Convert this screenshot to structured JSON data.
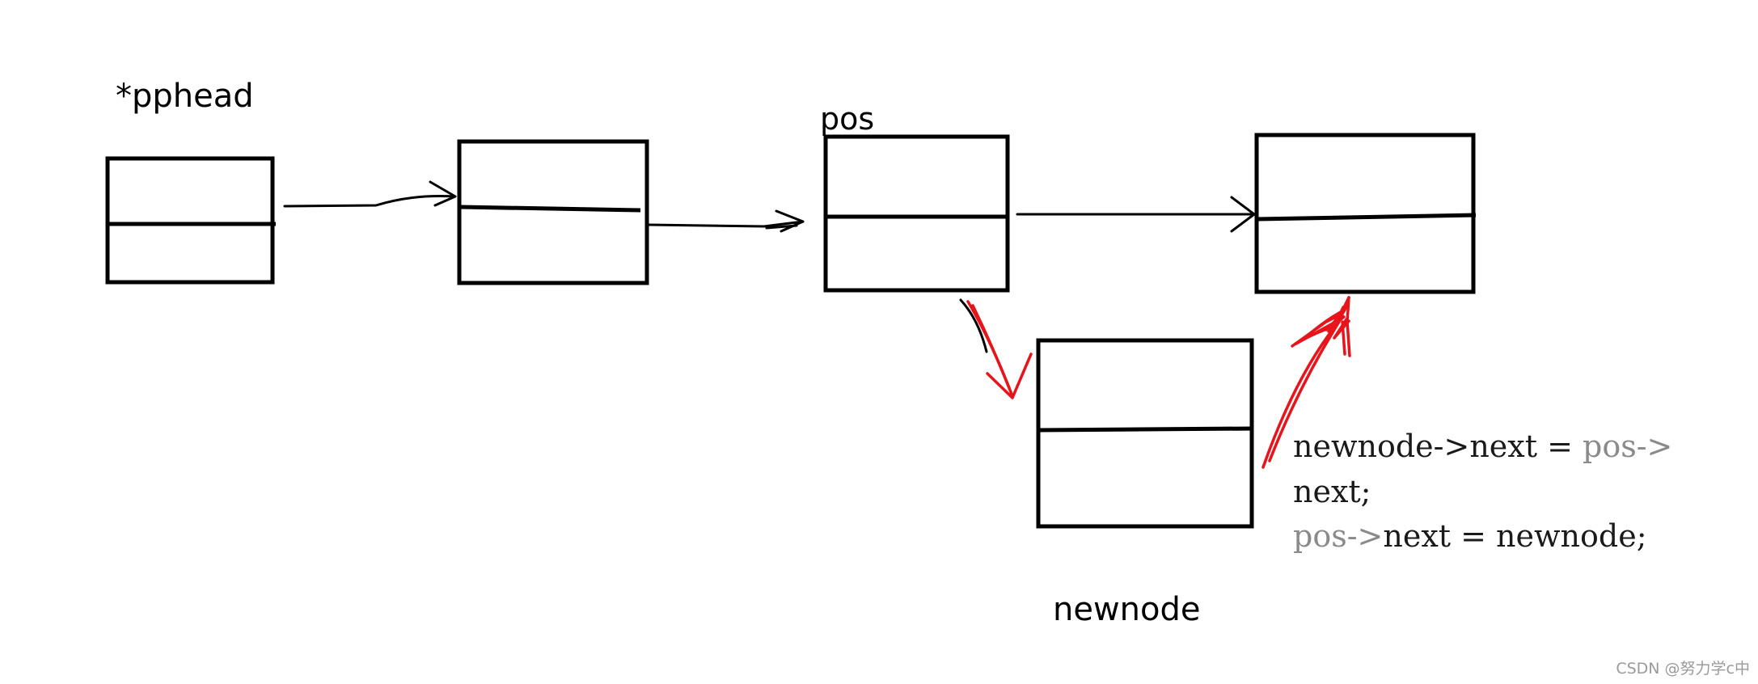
{
  "labels": {
    "pphead": "*pphead",
    "pos": "pos",
    "newnode": "newnode"
  },
  "code": {
    "line1_a": "newnode->next = ",
    "line1_b": "pos->",
    "line2": "next;",
    "line3_a": "pos->",
    "line3_b": "next = newnode;"
  },
  "watermark": "CSDN @努力学c中",
  "colors": {
    "ink": "#000000",
    "arrow_red": "#e8141b",
    "code_dark": "#1a1a1a",
    "code_gray": "#8a8a8a",
    "watermark": "#9a9a9a"
  },
  "icons": [
    "list-node-box",
    "pointer-arrow"
  ]
}
